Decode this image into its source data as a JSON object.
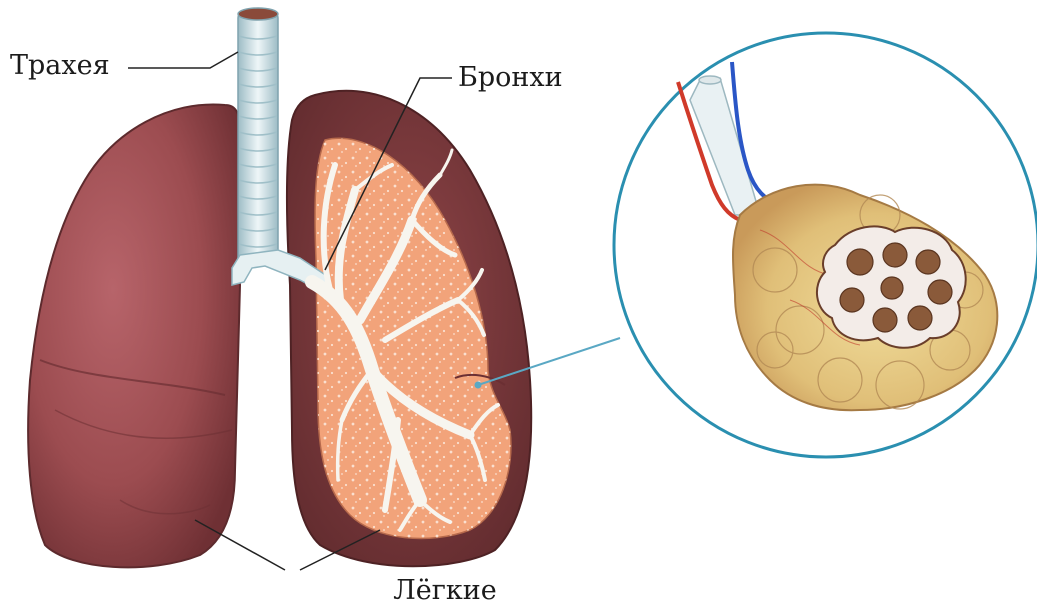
{
  "labels": {
    "trachea": "Трахея",
    "bronchi": "Бронхи",
    "lungs": "Лёгкие"
  },
  "colors": {
    "lung_outer": "#9c4c50",
    "lung_dark": "#7e3a3e",
    "lung_section": "#f2a37a",
    "airway": "#e8f1f3",
    "airway_edge": "#8fb4bf",
    "magnifier_ring": "#2a8fb0",
    "alveoli": "#e6cf8e",
    "artery": "#d03a2a",
    "vein": "#2a56c6"
  }
}
